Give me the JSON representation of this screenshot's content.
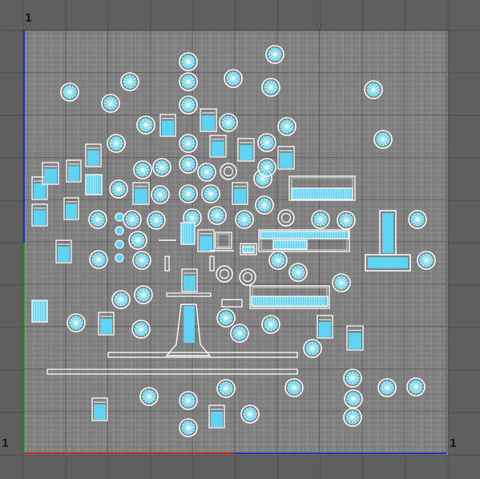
{
  "labels": {
    "top_left": "1",
    "bottom_left": "1",
    "bottom_right": "1"
  },
  "colors": {
    "background": "#5f5f5f",
    "grid_line": "#4c4c4c",
    "axis_x": "#e02020",
    "axis_y": "#22aa22",
    "axis_z": "#2233dd",
    "element_fill": "#5fd3f3",
    "element_stroke": "#ffffff"
  },
  "icons": {
    "tree": "tree-icon",
    "bench": "bench-icon",
    "table": "table-icon",
    "ring": "ring-icon",
    "fence": "fence-icon"
  }
}
